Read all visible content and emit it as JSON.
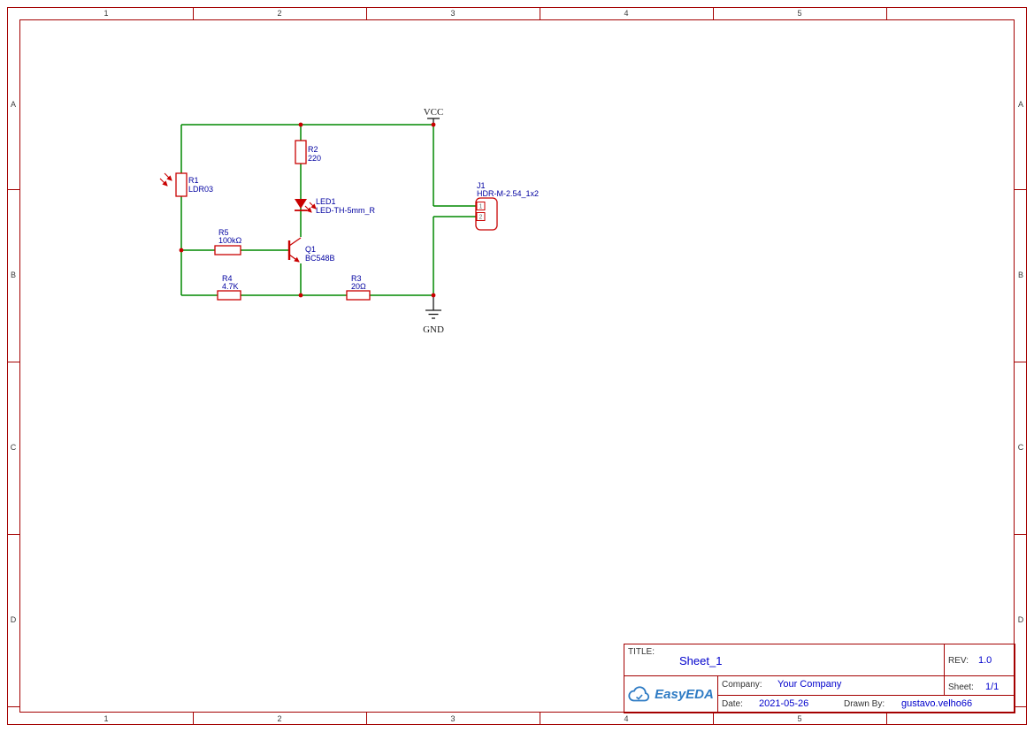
{
  "colors": {
    "frame": "#a40000",
    "wire": "#008800",
    "symbol": "#c80000",
    "label": "#0000a0",
    "value": "#0000cc",
    "logo": "#2e7bc4",
    "frame_text": "#3a3a3a"
  },
  "frame": {
    "columns": [
      "1",
      "2",
      "3",
      "4",
      "5"
    ],
    "rows": [
      "A",
      "B",
      "C",
      "D"
    ]
  },
  "schematic": {
    "nets": {
      "vcc": "VCC",
      "gnd": "GND"
    },
    "components": {
      "r1": {
        "ref": "R1",
        "value": "LDR03"
      },
      "r2": {
        "ref": "R2",
        "value": "220"
      },
      "r3": {
        "ref": "R3",
        "value": "20Ω"
      },
      "r4": {
        "ref": "R4",
        "value": "4.7K"
      },
      "r5": {
        "ref": "R5",
        "value": "100kΩ"
      },
      "q1": {
        "ref": "Q1",
        "value": "BC548B"
      },
      "led1": {
        "ref": "LED1",
        "value": "LED-TH-5mm_R"
      },
      "j1": {
        "ref": "J1",
        "value": "HDR-M-2.54_1x2",
        "pins": [
          "1",
          "2"
        ]
      }
    }
  },
  "title_block": {
    "title_label": "TITLE:",
    "title": "Sheet_1",
    "rev_label": "REV:",
    "rev": "1.0",
    "company_label": "Company:",
    "company": "Your Company",
    "sheet_label": "Sheet:",
    "sheet": "1/1",
    "date_label": "Date:",
    "date": "2021-05-26",
    "drawn_by_label": "Drawn By:",
    "drawn_by": "gustavo.velho66",
    "logo_text": "EasyEDA"
  }
}
